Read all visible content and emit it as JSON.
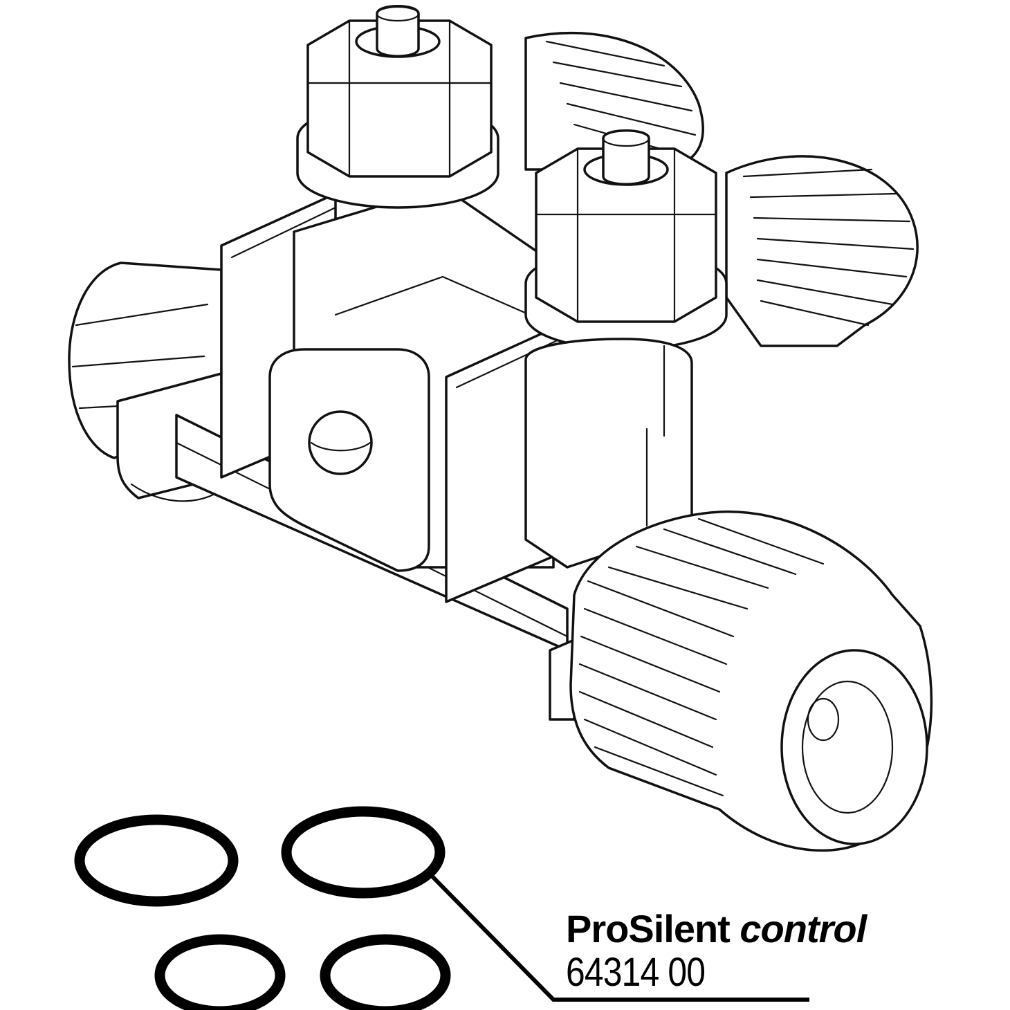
{
  "part": {
    "name_regular": "ProSilent",
    "name_italic": "control",
    "number": "64314 00"
  },
  "colors": {
    "line": "#111111",
    "background": "#ffffff"
  }
}
